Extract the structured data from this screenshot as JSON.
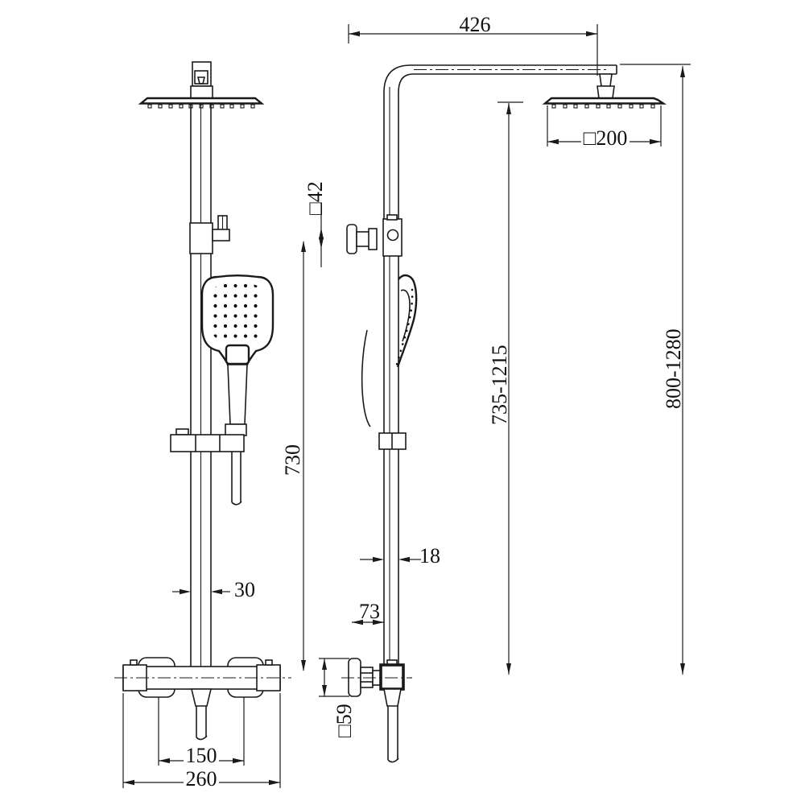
{
  "colors": {
    "line": "#1a1a1a",
    "background": "#ffffff"
  },
  "dimensions": {
    "top_reach": "426",
    "head_size": "□200",
    "bracket_size": "□42",
    "pipe_height_range": "735-1215",
    "overall_height_range": "800-1280",
    "column_length": "730",
    "column_width": "30",
    "pipe_width": "18",
    "wall_clearance": "73",
    "valve_size": "□59",
    "outlet_spacing": "150",
    "mixer_width": "260"
  }
}
